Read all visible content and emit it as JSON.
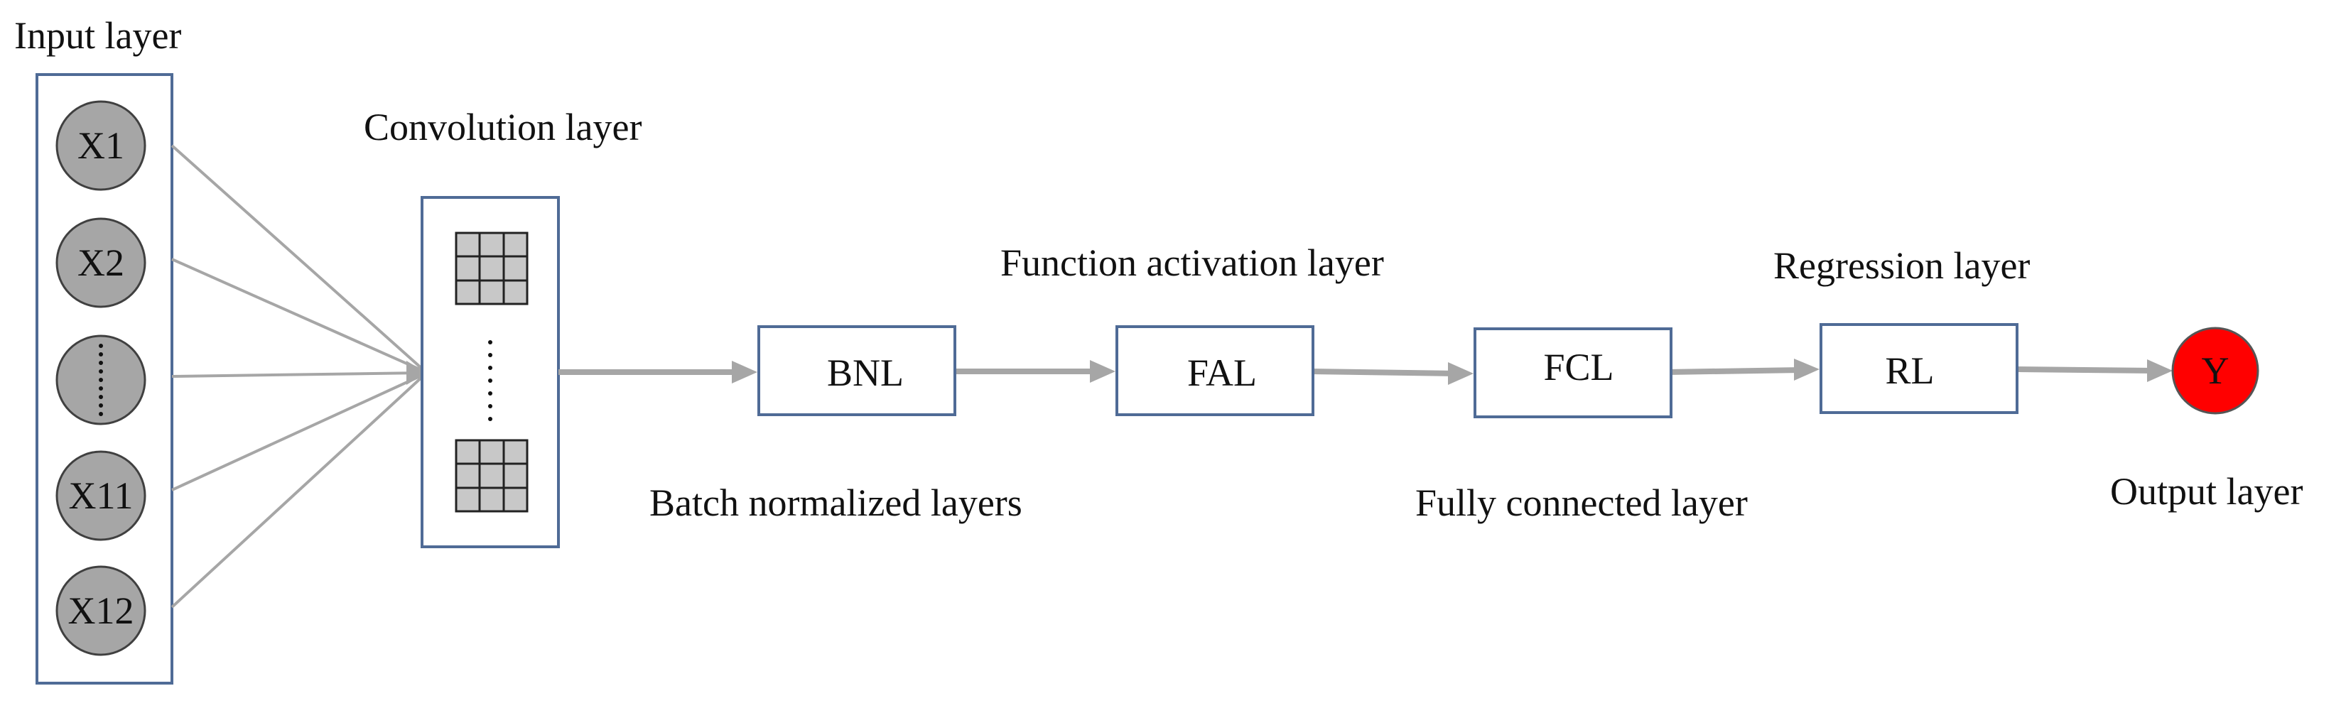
{
  "diagram": {
    "input_layer": {
      "title": "Input layer",
      "nodes": [
        {
          "label": "X1"
        },
        {
          "label": "X2"
        },
        {
          "label": ""
        },
        {
          "label": "X11"
        },
        {
          "label": "X12"
        }
      ]
    },
    "convolution_layer": {
      "title": "Convolution layer"
    },
    "blocks": {
      "bnl": {
        "label": "BNL",
        "caption": "Batch normalized layers"
      },
      "fal": {
        "label": "FAL",
        "caption": "Function activation layer"
      },
      "fcl": {
        "label": "FCL",
        "caption": "Fully connected layer"
      },
      "rl": {
        "label": "RL",
        "caption": "Regression layer"
      }
    },
    "output_layer": {
      "title": "Output layer",
      "node_label": "Y"
    },
    "colors": {
      "node_fill": "#a6a6a6",
      "node_stroke": "#404040",
      "box_stroke": "#4f6b96",
      "connector": "#a6a6a6",
      "output_fill": "#ff0000",
      "grid_fill": "#c8c8c8"
    }
  }
}
